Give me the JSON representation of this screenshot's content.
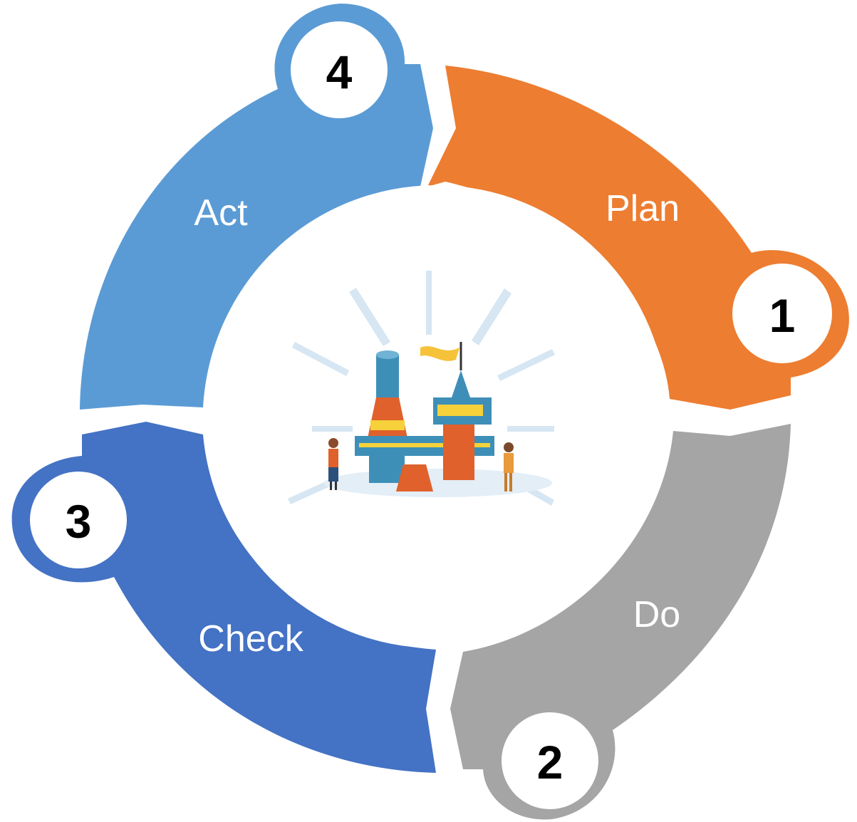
{
  "diagram": {
    "type": "cycle",
    "steps": [
      {
        "number": "1",
        "label": "Plan",
        "color": "#ED7D31"
      },
      {
        "number": "2",
        "label": "Do",
        "color": "#A5A5A5"
      },
      {
        "number": "3",
        "label": "Check",
        "color": "#4472C4"
      },
      {
        "number": "4",
        "label": "Act",
        "color": "#5B9BD5"
      }
    ],
    "center_image": "factory-illustration",
    "background": "#FFFFFF"
  }
}
